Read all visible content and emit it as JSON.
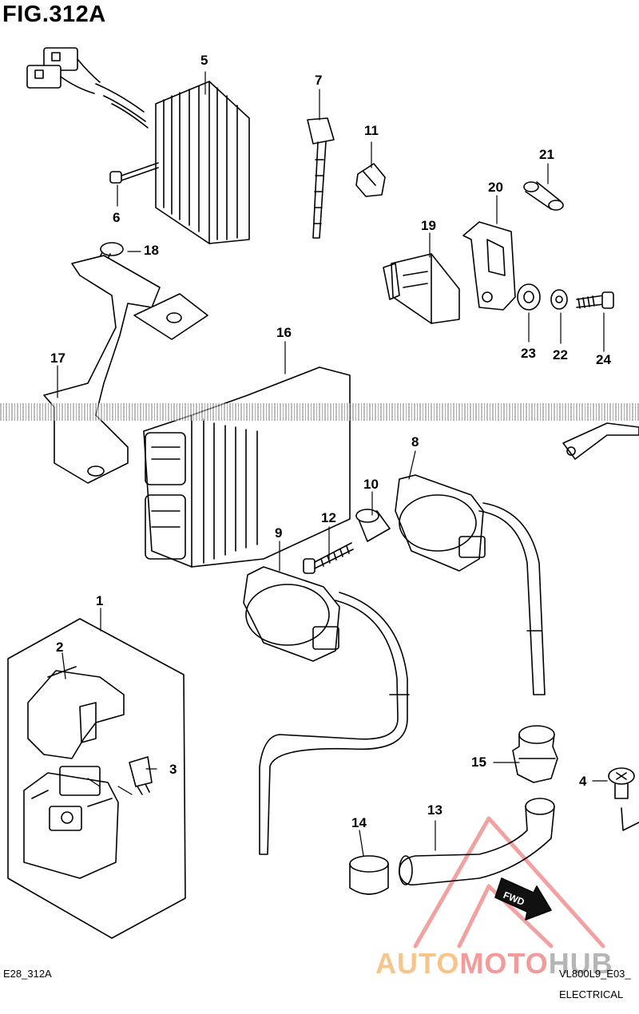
{
  "figure": {
    "title": "FIG.312A",
    "code_left": "E28_312A",
    "code_right": "VL800L9_E03_",
    "section": "ELECTRICAL"
  },
  "callouts": [
    {
      "id": "callout-1",
      "text": "1"
    },
    {
      "id": "callout-2",
      "text": "2"
    },
    {
      "id": "callout-3",
      "text": "3"
    },
    {
      "id": "callout-4",
      "text": "4"
    },
    {
      "id": "callout-5",
      "text": "5"
    },
    {
      "id": "callout-6",
      "text": "6"
    },
    {
      "id": "callout-7",
      "text": "7"
    },
    {
      "id": "callout-8",
      "text": "8"
    },
    {
      "id": "callout-9",
      "text": "9"
    },
    {
      "id": "callout-10",
      "text": "10"
    },
    {
      "id": "callout-11",
      "text": "11"
    },
    {
      "id": "callout-12",
      "text": "12"
    },
    {
      "id": "callout-13",
      "text": "13"
    },
    {
      "id": "callout-14",
      "text": "14"
    },
    {
      "id": "callout-15",
      "text": "15"
    },
    {
      "id": "callout-16",
      "text": "16"
    },
    {
      "id": "callout-17",
      "text": "17"
    },
    {
      "id": "callout-18",
      "text": "18"
    },
    {
      "id": "callout-19",
      "text": "19"
    },
    {
      "id": "callout-20",
      "text": "20"
    },
    {
      "id": "callout-21",
      "text": "21"
    },
    {
      "id": "callout-22",
      "text": "22"
    },
    {
      "id": "callout-23",
      "text": "23"
    },
    {
      "id": "callout-24",
      "text": "24"
    }
  ],
  "arrow_label": "FWD",
  "watermark": {
    "part1": "AUTO",
    "part2": "MOTO",
    "part3": "HUB",
    "color_orange": "#f6c58a",
    "color_red": "#f39a9a",
    "color_gray": "#b5b5b5"
  }
}
